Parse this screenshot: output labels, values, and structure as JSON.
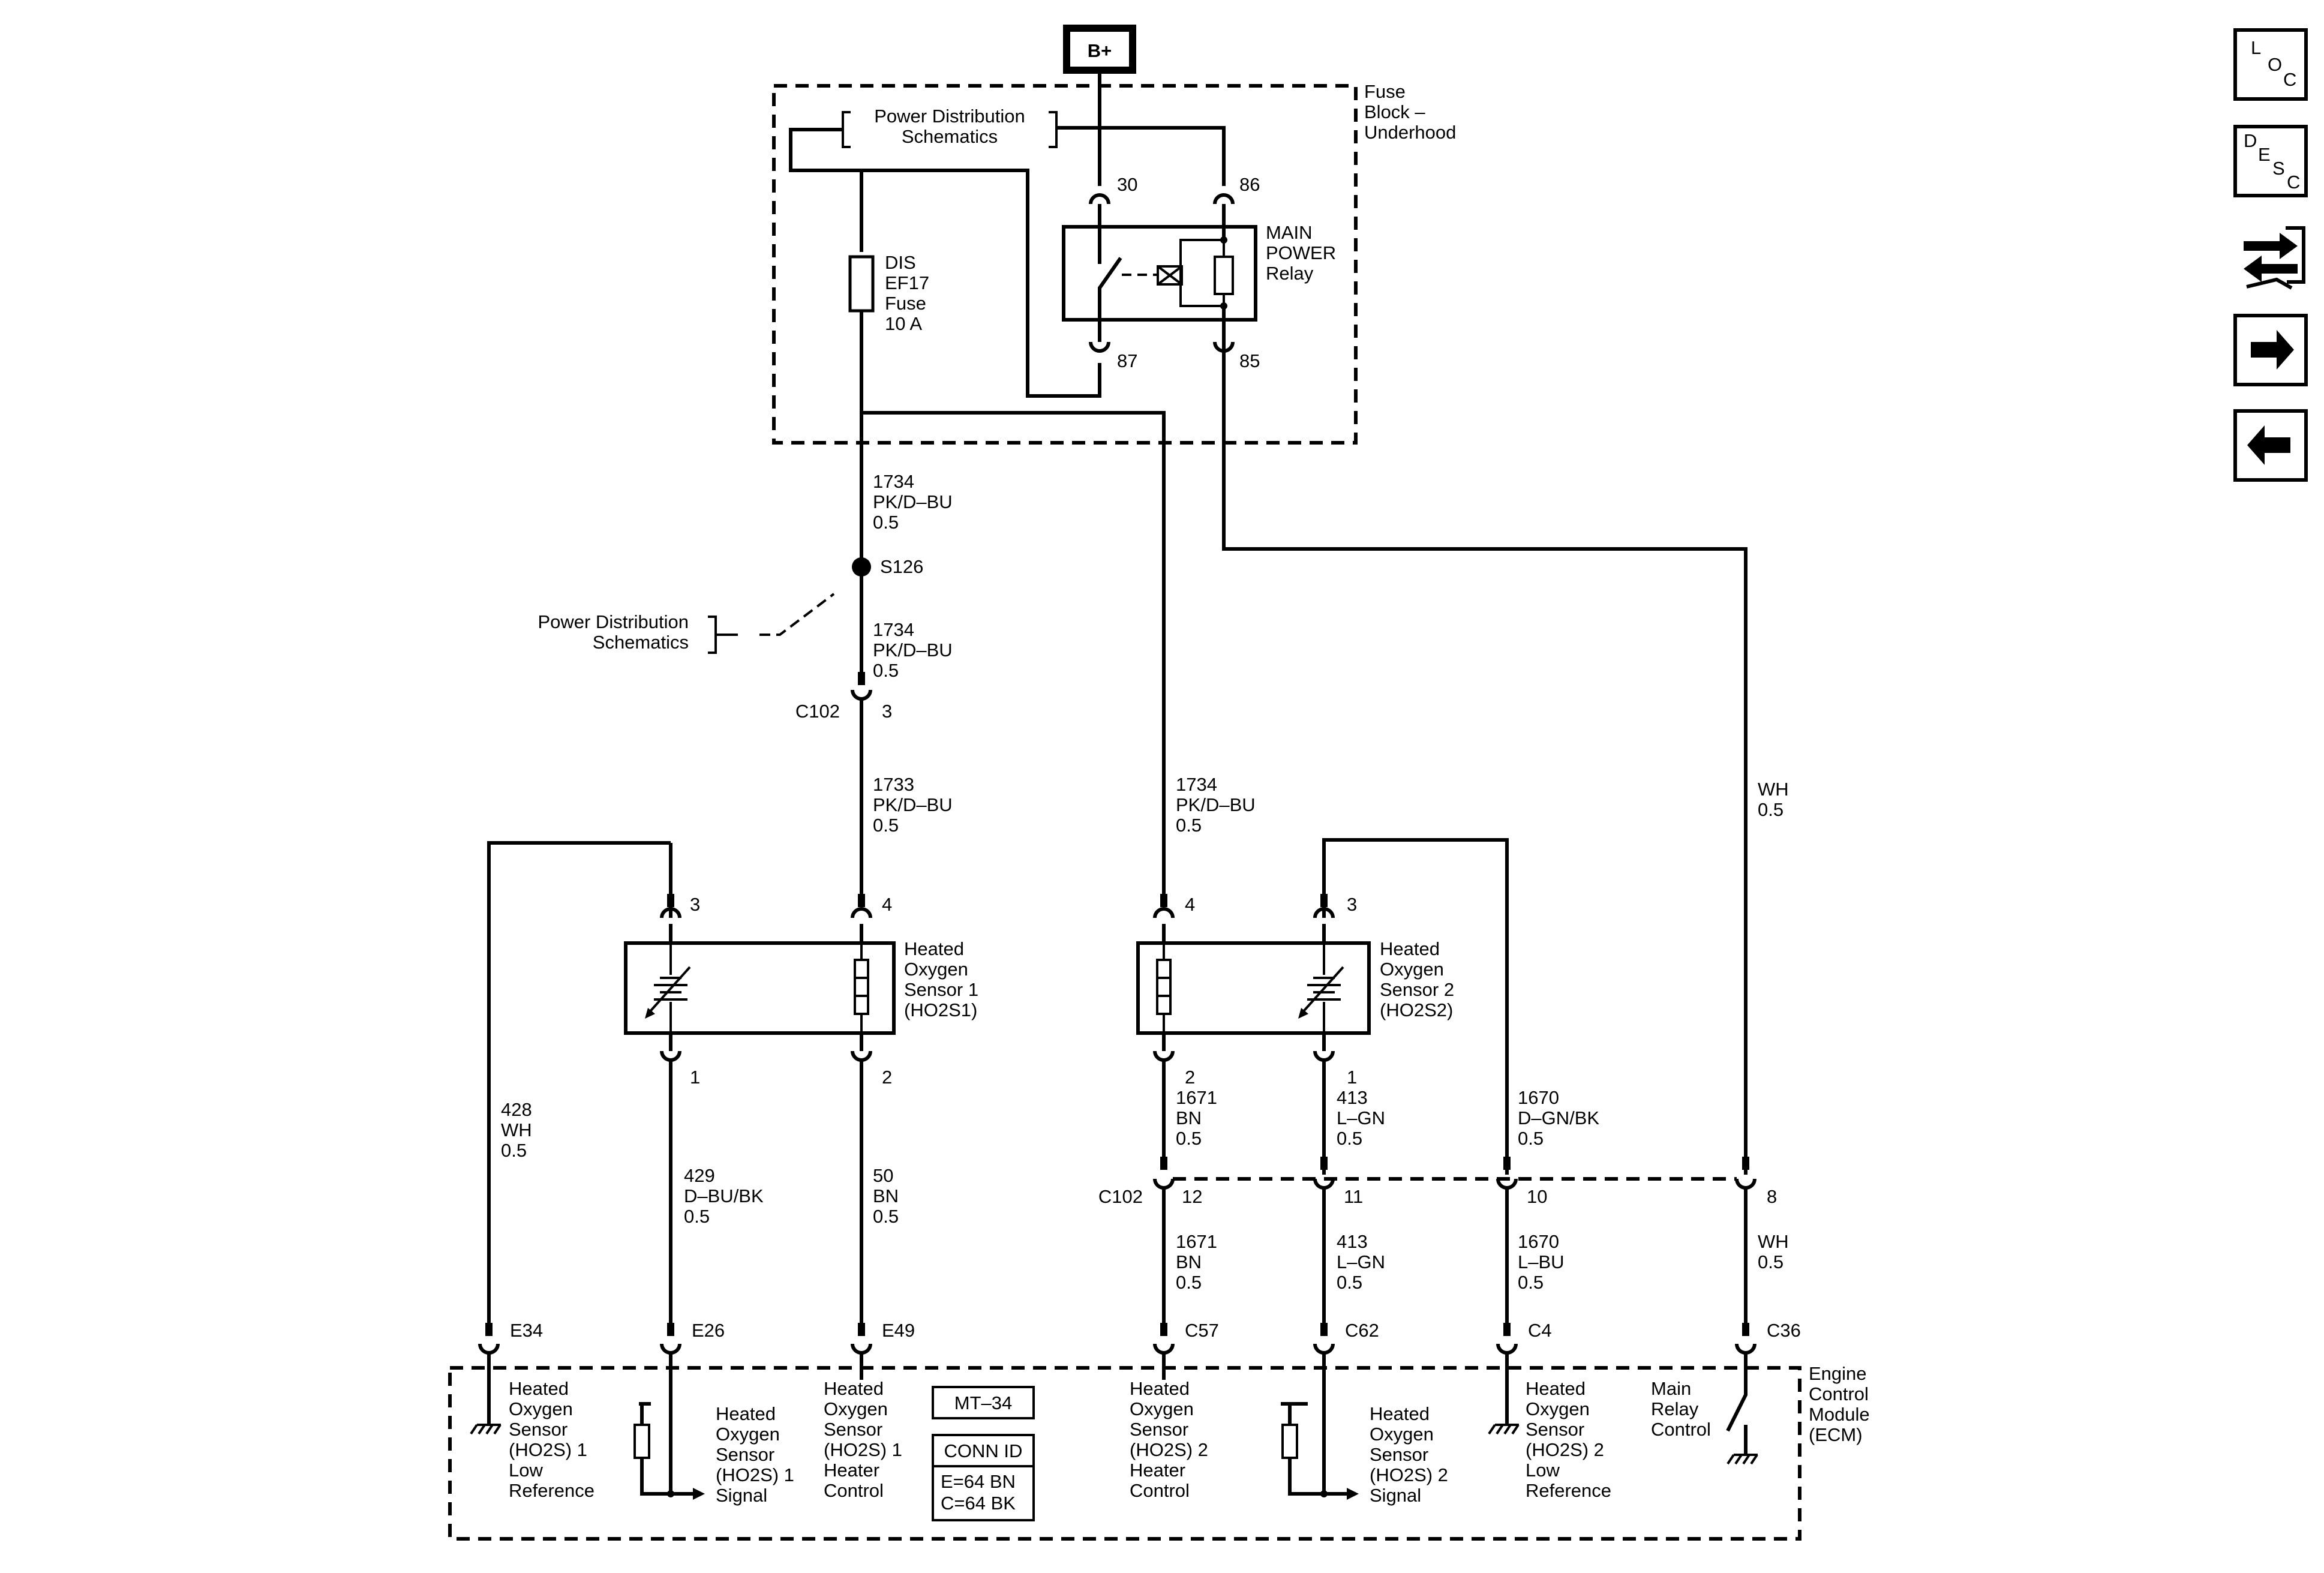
{
  "power": {
    "bplus": "B+"
  },
  "fuse_block": {
    "name": [
      "Fuse",
      "Block –",
      "Underhood"
    ],
    "pds_top": [
      "Power Distribution",
      "Schematics"
    ],
    "fuse": [
      "DIS",
      "EF17",
      "Fuse",
      "10 A"
    ],
    "relay": [
      "MAIN",
      "POWER",
      "Relay"
    ],
    "pins": {
      "p30": "30",
      "p86": "86",
      "p87": "87",
      "p85": "85"
    }
  },
  "splice": {
    "id": "S126",
    "pds_left": [
      "Power Distribution",
      "Schematics"
    ]
  },
  "wires": {
    "w1734a": [
      "1734",
      "PK/D–BU",
      "0.5"
    ],
    "w1734b": [
      "1734",
      "PK/D–BU",
      "0.5"
    ],
    "w1733": [
      "1733",
      "PK/D–BU",
      "0.5"
    ],
    "w1734c": [
      "1734",
      "PK/D–BU",
      "0.5"
    ],
    "wWHtop": [
      "WH",
      "0.5"
    ],
    "w428": [
      "428",
      "WH",
      "0.5"
    ],
    "w429": [
      "429",
      "D–BU/BK",
      "0.5"
    ],
    "w50": [
      "50",
      "BN",
      "0.5"
    ],
    "w1671a": [
      "1671",
      "BN",
      "0.5"
    ],
    "w413a": [
      "413",
      "L–GN",
      "0.5"
    ],
    "w1670a": [
      "1670",
      "D–GN/BK",
      "0.5"
    ],
    "w1671b": [
      "1671",
      "BN",
      "0.5"
    ],
    "w413b": [
      "413",
      "L–GN",
      "0.5"
    ],
    "w1670b": [
      "1670",
      "L–BU",
      "0.5"
    ],
    "wWHbot": [
      "WH",
      "0.5"
    ]
  },
  "connectors": {
    "c102_top": {
      "name": "C102",
      "pin": "3"
    },
    "c102_bottom": {
      "name": "C102",
      "pins": [
        "12",
        "11",
        "10",
        "8"
      ]
    }
  },
  "sensors": {
    "s1": {
      "label": [
        "Heated",
        "Oxygen",
        "Sensor 1",
        "(HO2S1)"
      ],
      "pins": [
        "3",
        "4",
        "1",
        "2"
      ]
    },
    "s2": {
      "label": [
        "Heated",
        "Oxygen",
        "Sensor 2",
        "(HO2S2)"
      ],
      "pins": [
        "4",
        "3",
        "2",
        "1"
      ]
    }
  },
  "ecm": {
    "name": [
      "Engine",
      "Control",
      "Module",
      "(ECM)"
    ],
    "pins": [
      "E34",
      "E26",
      "E49",
      "C57",
      "C62",
      "C4",
      "C36"
    ],
    "functions": {
      "e34": [
        "Heated",
        "Oxygen",
        "Sensor",
        "(HO2S) 1",
        "Low",
        "Reference"
      ],
      "e26": [
        "Heated",
        "Oxygen",
        "Sensor",
        "(HO2S) 1",
        "Signal"
      ],
      "e49": [
        "Heated",
        "Oxygen",
        "Sensor",
        "(HO2S) 1",
        "Heater",
        "Control"
      ],
      "c57": [
        "Heated",
        "Oxygen",
        "Sensor",
        "(HO2S) 2",
        "Heater",
        "Control"
      ],
      "c62": [
        "Heated",
        "Oxygen",
        "Sensor",
        "(HO2S) 2",
        "Signal"
      ],
      "c4": [
        "Heated",
        "Oxygen",
        "Sensor",
        "(HO2S) 2",
        "Low",
        "Reference"
      ],
      "c36": [
        "Main",
        "Relay",
        "Control"
      ]
    },
    "mt": "MT–34",
    "conn_id_title": "CONN ID",
    "conn_id": [
      "E=64 BN",
      "C=64 BK"
    ]
  },
  "nav": {
    "loc": [
      "L",
      "O",
      "C"
    ],
    "desc": [
      "D",
      "E",
      "S",
      "C"
    ],
    "icons": [
      "loc-icon",
      "desc-icon",
      "diagnostic-icon",
      "next-arrow-icon",
      "back-arrow-icon"
    ]
  }
}
